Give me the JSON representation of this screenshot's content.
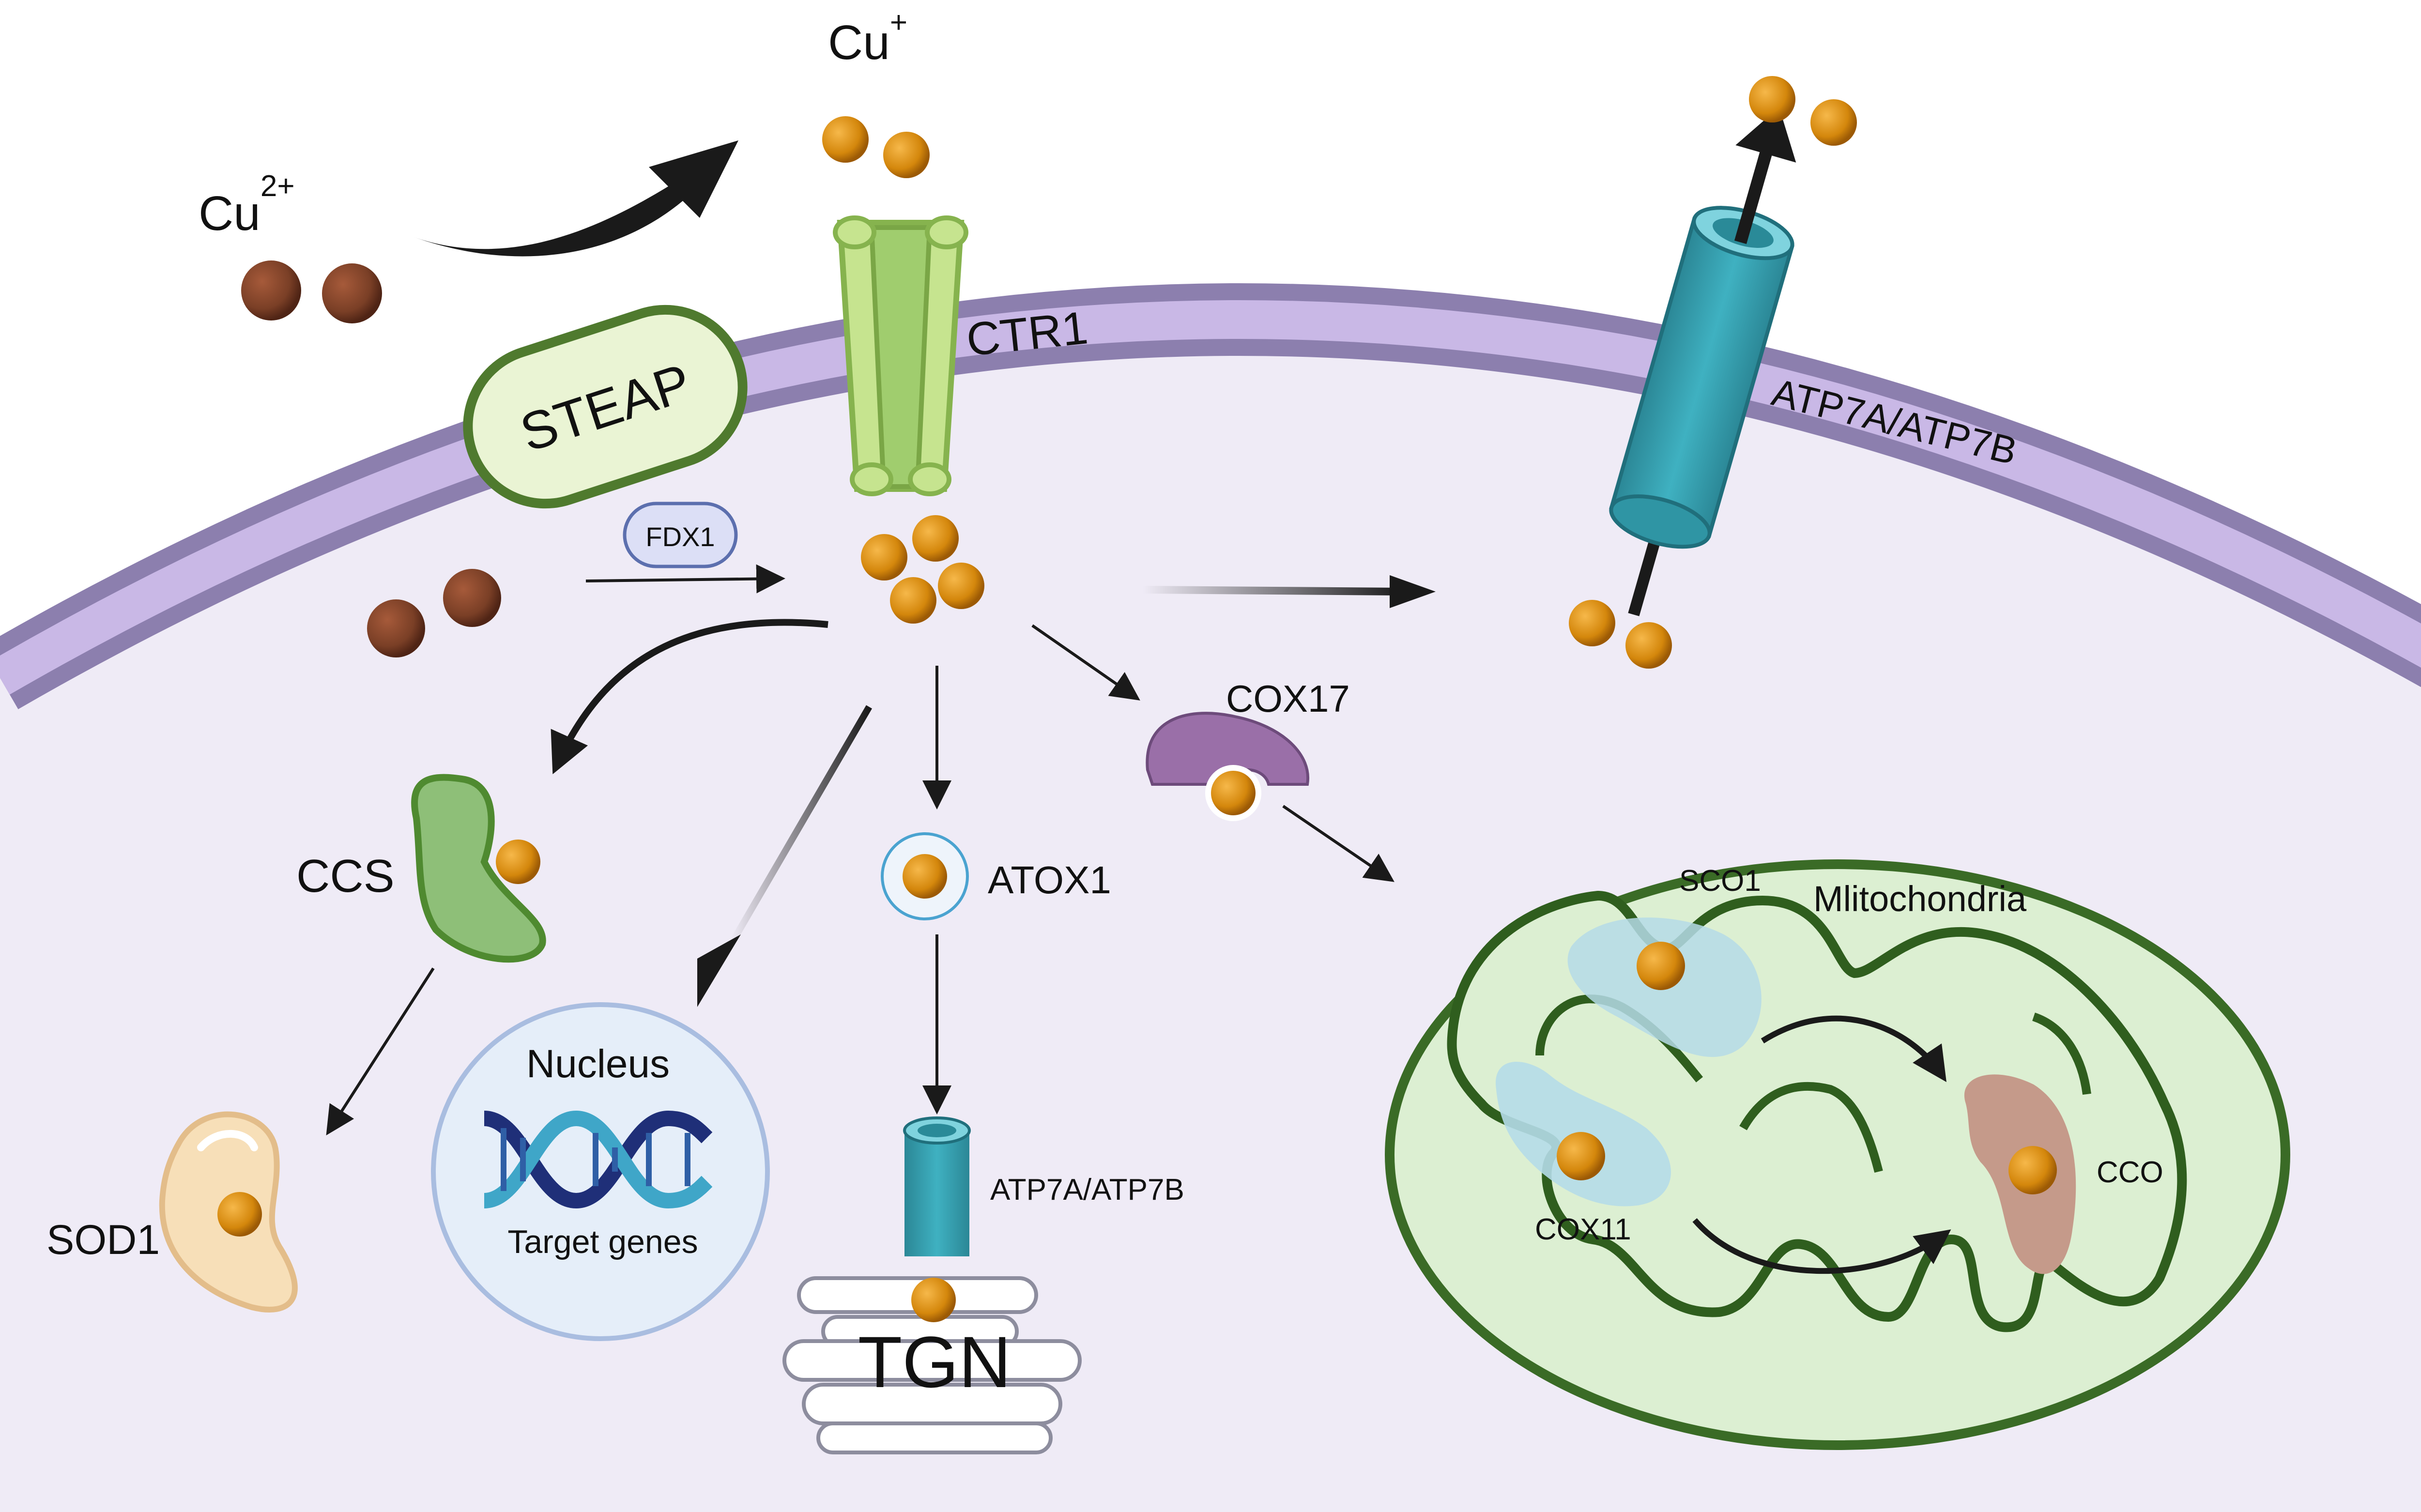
{
  "colors": {
    "cytoplasm": "#efebf6",
    "membrane_outer": "#8c7fae",
    "membrane_inner": "#c9b8e6",
    "cu2_ion": "#7a3f26",
    "cu1_ion": "#d4870c",
    "arrow": "#1a1a1a",
    "steap_fill": "#eaf4d4",
    "steap_stroke": "#4f7a2e",
    "ctr1": "#c6e48f",
    "atp7": "#3ea9b8",
    "cox17": "#9a6fa8",
    "ccs": "#8ebf78",
    "sod1": "#f7dfb8",
    "nucleus": "#e5eef9",
    "mito_fill": "#dcefd2",
    "mito_stroke": "#3a6b26",
    "sco1_cox11": "#b5dbe8",
    "cco": "#c59a8a",
    "dna_dark": "#1f2f78",
    "dna_light": "#3fa6c8"
  },
  "labels": {
    "cu2": "Cu",
    "cu2_charge": "2+",
    "cu1": "Cu",
    "cu1_charge": "+",
    "steap": "STEAP",
    "ctr1": "CTR1",
    "atp7_membrane": "ATP7A/ATP7B",
    "fdx1": "FDX1",
    "ccs": "CCS",
    "sod1": "SOD1",
    "nucleus": "Nucleus",
    "target_genes": "Target genes",
    "atox1": "ATOX1",
    "atp7_tgn": "ATP7A/ATP7B",
    "tgn": "TGN",
    "cox17": "COX17",
    "mitochondria": "Mlitochondria",
    "sco1": "SCO1",
    "cox11": "COX11",
    "cco": "CCO"
  },
  "icons": {
    "cu2_ion": "brown-sphere",
    "cu1_ion": "orange-sphere",
    "dna": "double-helix"
  }
}
